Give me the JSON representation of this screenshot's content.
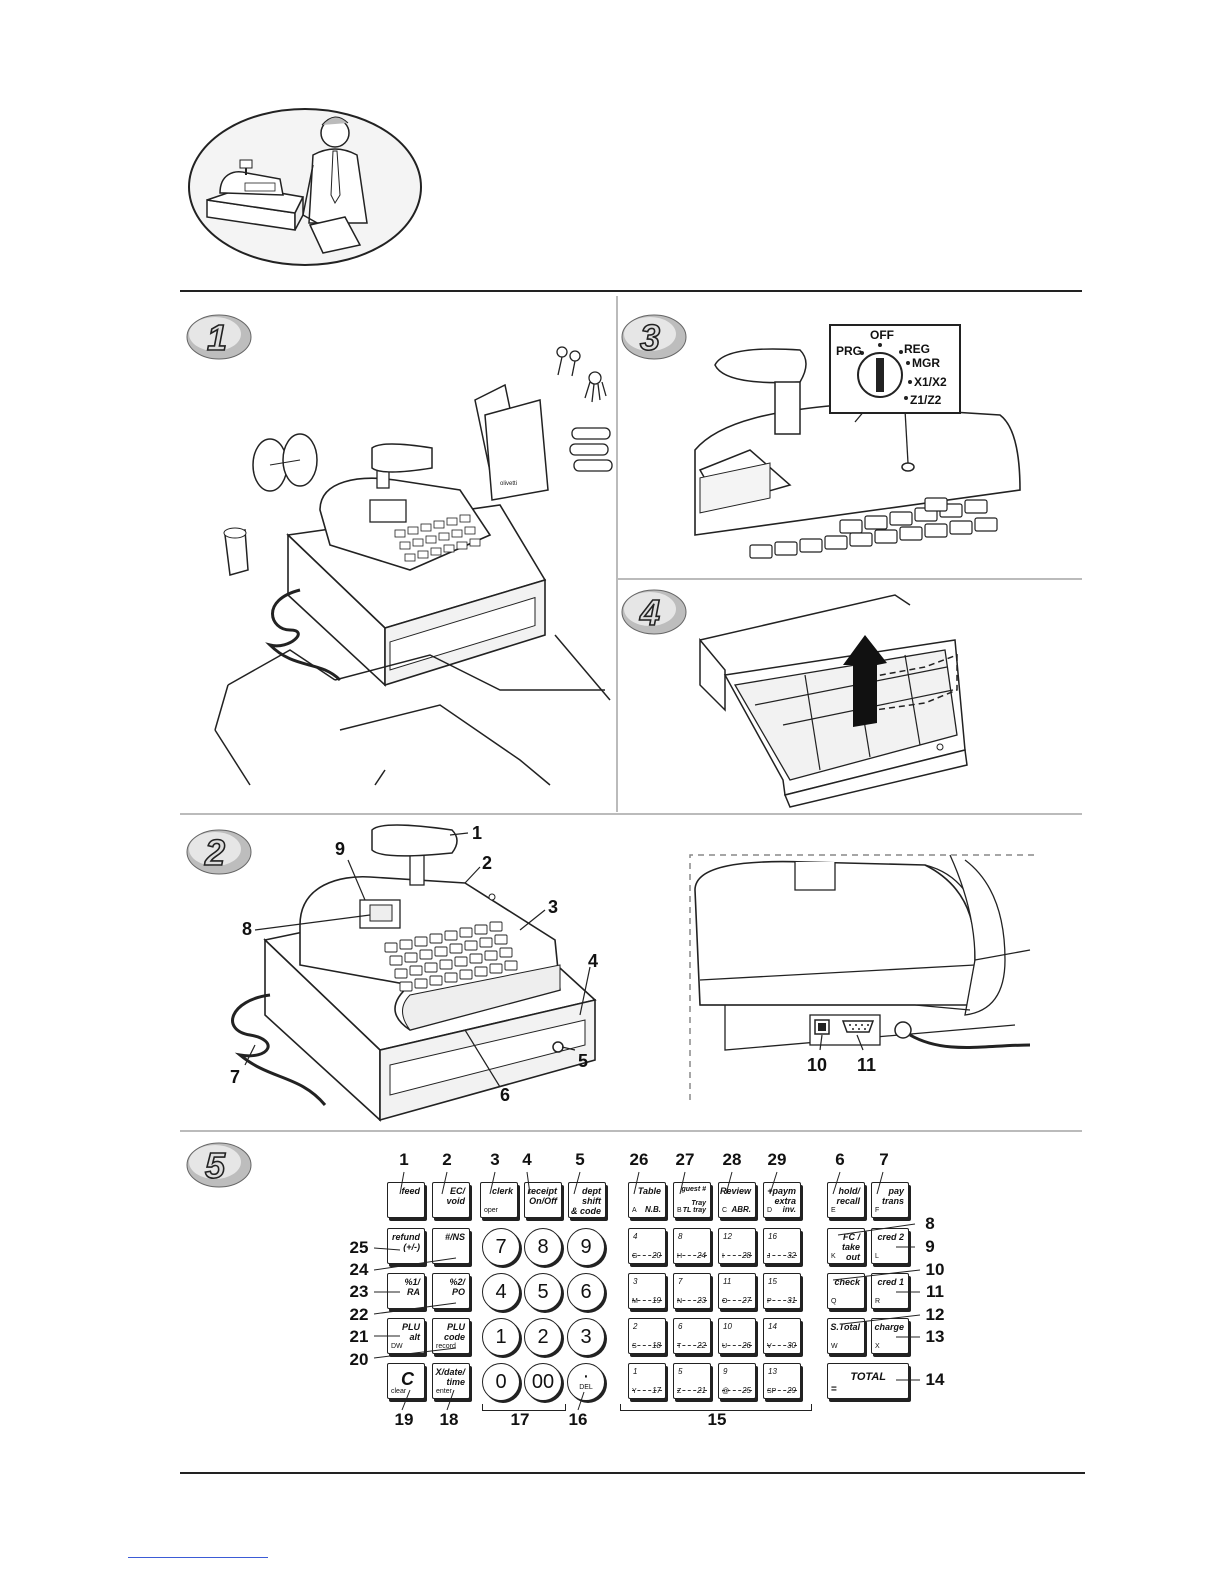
{
  "step_labels": [
    "1",
    "2",
    "3",
    "4",
    "5"
  ],
  "mode_switch": {
    "positions": [
      "PRG",
      "OFF",
      "REG",
      "MGR",
      "X1/X2",
      "Z1/Z2"
    ]
  },
  "panel2_callouts": [
    "1",
    "2",
    "3",
    "4",
    "5",
    "6",
    "7",
    "8",
    "9"
  ],
  "port_callouts": [
    "10",
    "11"
  ],
  "brand_text": "olivetti",
  "keyboard": {
    "top_labels": [
      "1",
      "2",
      "3",
      "4",
      "5",
      "26",
      "27",
      "28",
      "29",
      "6",
      "7"
    ],
    "right_labels": [
      "8",
      "9",
      "10",
      "11",
      "12",
      "13",
      "14"
    ],
    "left_labels": [
      "25",
      "24",
      "23",
      "22",
      "21",
      "20"
    ],
    "bottom_labels": [
      "19",
      "18",
      "17",
      "16",
      "15"
    ],
    "function_keys": [
      {
        "top": "feed",
        "bl": ""
      },
      {
        "top": "EC/\nvoid",
        "bl": ""
      },
      {
        "top": "clerk",
        "bl": "oper"
      },
      {
        "top": "receipt\nOn/Off",
        "bl": ""
      },
      {
        "top": "dept\nshift\n& code",
        "bl": ""
      },
      {
        "top": "refund\n(+/-)",
        "bl": ""
      },
      {
        "top": "#/NS",
        "bl": ""
      },
      {
        "top": "%1/\nRA",
        "bl": ""
      },
      {
        "top": "%2/\nPO",
        "bl": ""
      },
      {
        "top": "PLU\nalt",
        "bl": "DW"
      },
      {
        "top": "PLU\ncode",
        "bl": "record"
      },
      {
        "top": "C",
        "bl": "clear"
      },
      {
        "top": "X/date/\ntime",
        "bl": "enter"
      }
    ],
    "numeric_keys": [
      "7",
      "8",
      "9",
      "4",
      "5",
      "6",
      "1",
      "2",
      "3",
      "0",
      "00",
      "·"
    ],
    "decimal_sub": "DEL",
    "dept_top_row": [
      {
        "top": "Table",
        "bl": "A",
        "br": "N.B."
      },
      {
        "top": "guest #\n\nTray\nTL tray",
        "bl": "B",
        "br": ""
      },
      {
        "top": "Review",
        "bl": "C",
        "br": "ABR."
      },
      {
        "top": "+paym\nextra",
        "bl": "D",
        "br": "inv."
      }
    ],
    "dept_rows": [
      [
        {
          "n": "4",
          "bl": "G",
          "br": "20"
        },
        {
          "n": "8",
          "bl": "H",
          "br": "24"
        },
        {
          "n": "12",
          "bl": "I",
          "br": "28"
        },
        {
          "n": "16",
          "bl": "J",
          "br": "32"
        }
      ],
      [
        {
          "n": "3",
          "bl": "M",
          "br": "19"
        },
        {
          "n": "7",
          "bl": "N",
          "br": "23"
        },
        {
          "n": "11",
          "bl": "O",
          "br": "27"
        },
        {
          "n": "15",
          "bl": "P",
          "br": "31"
        }
      ],
      [
        {
          "n": "2",
          "bl": "S",
          "br": "18"
        },
        {
          "n": "6",
          "bl": "T",
          "br": "22"
        },
        {
          "n": "10",
          "bl": "U",
          "br": "26"
        },
        {
          "n": "14",
          "bl": "V",
          "br": "30"
        }
      ],
      [
        {
          "n": "1",
          "bl": "Y",
          "br": "17"
        },
        {
          "n": "5",
          "bl": "Z",
          "br": "21"
        },
        {
          "n": "9",
          "bl": "@",
          "br": "25"
        },
        {
          "n": "13",
          "bl": "SP",
          "br": "29"
        }
      ]
    ],
    "right_keys": [
      {
        "top": "hold/\nrecall",
        "bl": "E"
      },
      {
        "top": "pay\ntrans",
        "bl": "F"
      },
      {
        "top": "FC /\ntake out",
        "bl": "K"
      },
      {
        "top": "cred 2",
        "bl": "L"
      },
      {
        "top": "check",
        "bl": "Q"
      },
      {
        "top": "cred 1",
        "bl": "R"
      },
      {
        "top": "S.Total",
        "bl": "W"
      },
      {
        "top": "charge",
        "bl": "X"
      }
    ],
    "total_key": {
      "top": "TOTAL",
      "bl": "="
    }
  }
}
